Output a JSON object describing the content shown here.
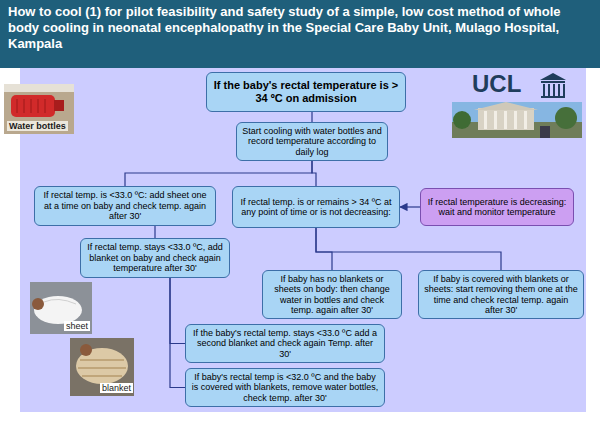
{
  "diagram": {
    "title": "How to cool (1) for pilot feasibility and safety study of a simple, low cost method of whole body cooling in neonatal encephalopathy in the Special Care Baby Unit, Mulago Hospital, Kampala",
    "nodes": [
      {
        "text": [
          "If the baby's rectal temperature is > 34 ºC on admission"
        ]
      },
      {
        "text": [
          "Start cooling with water bottles and record temperature according to daily log"
        ]
      },
      {
        "text": [
          "If rectal temp. is <33.0 ºC: add sheet one at a time on baby and check temp. again after 30'"
        ]
      },
      {
        "text": [
          "If rectal temp. is or remains > 34 ºC at any point of time or is not decreasing:"
        ]
      },
      {
        "text": [
          "If rectal temperature is decreasing: wait and monitor temperature"
        ]
      },
      {
        "text": [
          "If rectal temp. stays <33.0 ºC, add blanket on baby and check again temperature after 30'"
        ]
      },
      {
        "text": [
          "If baby has no blankets or sheets on body: then change water in bottles and check temp. again after 30'"
        ]
      },
      {
        "text": [
          "If baby is covered with blankets or sheets: start removing them one at the time and check rectal temp. again after 30'"
        ]
      },
      {
        "text": [
          "If the baby's rectal temp. stays <33.0 ºC add a second blanket and check again Temp. after 30'"
        ]
      },
      {
        "text": [
          "If baby's rectal temp is <32.0 ºC and the baby is covered with blankets, remove water bottles, check temp. after 30'"
        ]
      }
    ],
    "edges": [
      {
        "from": 0,
        "to": 1,
        "arrow": "none"
      },
      {
        "from": 1,
        "to": 2,
        "arrow": "none"
      },
      {
        "from": 1,
        "to": 3,
        "arrow": "none"
      },
      {
        "from": 4,
        "to": 3,
        "arrow": "to"
      },
      {
        "from": 2,
        "to": 5,
        "arrow": "none"
      },
      {
        "from": 5,
        "to": 8,
        "arrow": "none"
      },
      {
        "from": 5,
        "to": 9,
        "arrow": "none"
      },
      {
        "from": 3,
        "to": 6,
        "arrow": "none"
      },
      {
        "from": 3,
        "to": 7,
        "arrow": "none"
      }
    ],
    "labels": [
      "Water bottles",
      "sheet",
      "blanket",
      "UCL"
    ]
  }
}
